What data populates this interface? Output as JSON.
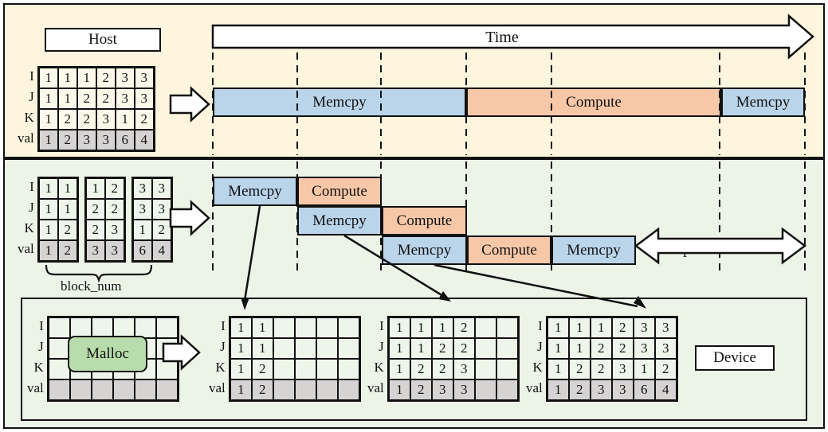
{
  "diagram": {
    "title_host": "Host",
    "title_device": "Device",
    "time_label": "Time",
    "improvement_label": "Improvement",
    "block_num_label": "block_num",
    "malloc_label": "Malloc",
    "labels": {
      "memcpy": "Memcpy",
      "compute": "Compute"
    },
    "colors": {
      "host_bg": "#fdf5dd",
      "device_bg": "#ecf4e8",
      "memcpy": "#bad4ea",
      "compute": "#f7c8a8",
      "malloc": "#b8dcab",
      "val_row": "#d6d3d3",
      "outline": "#111111"
    }
  },
  "host_table": {
    "row_labels": [
      "I",
      "J",
      "K",
      "val"
    ],
    "rows": [
      [
        "1",
        "1",
        "1",
        "2",
        "3",
        "3"
      ],
      [
        "1",
        "1",
        "2",
        "2",
        "3",
        "3"
      ],
      [
        "1",
        "2",
        "2",
        "3",
        "1",
        "2"
      ],
      [
        "1",
        "2",
        "3",
        "3",
        "6",
        "4"
      ]
    ]
  },
  "blocked_table": {
    "row_labels": [
      "I",
      "J",
      "K",
      "val"
    ],
    "blocks": [
      {
        "rows": [
          [
            "1",
            "1"
          ],
          [
            "1",
            "1"
          ],
          [
            "1",
            "2"
          ],
          [
            "1",
            "2"
          ]
        ]
      },
      {
        "rows": [
          [
            "1",
            "2"
          ],
          [
            "2",
            "2"
          ],
          [
            "2",
            "3"
          ],
          [
            "3",
            "3"
          ]
        ]
      },
      {
        "rows": [
          [
            "3",
            "3"
          ],
          [
            "3",
            "3"
          ],
          [
            "1",
            "2"
          ],
          [
            "6",
            "4"
          ]
        ]
      }
    ]
  },
  "serial_timeline": {
    "segments": [
      {
        "label": "Memcpy",
        "kind": "memcpy"
      },
      {
        "label": "Compute",
        "kind": "compute"
      },
      {
        "label": "Memcpy",
        "kind": "memcpy"
      }
    ]
  },
  "pipelined_timeline": {
    "rows": [
      {
        "segments": [
          {
            "label": "Memcpy",
            "kind": "memcpy"
          },
          {
            "label": "Compute",
            "kind": "compute"
          }
        ]
      },
      {
        "segments": [
          {
            "label": "Memcpy",
            "kind": "memcpy"
          },
          {
            "label": "Compute",
            "kind": "compute"
          }
        ]
      },
      {
        "segments": [
          {
            "label": "Memcpy",
            "kind": "memcpy"
          },
          {
            "label": "Compute",
            "kind": "compute"
          },
          {
            "label": "Memcpy",
            "kind": "memcpy"
          }
        ]
      }
    ]
  },
  "device_tables": [
    {
      "name": "malloc-table",
      "row_labels": [
        "I",
        "J",
        "K",
        "val"
      ],
      "rows": [
        [
          "",
          "",
          "",
          "",
          "",
          ""
        ],
        [
          "",
          "",
          "",
          "",
          "",
          ""
        ],
        [
          "",
          "",
          "",
          "",
          "",
          ""
        ],
        [
          "",
          "",
          "",
          "",
          "",
          ""
        ]
      ]
    },
    {
      "name": "device-table-1",
      "row_labels": [
        "I",
        "J",
        "K",
        "val"
      ],
      "rows": [
        [
          "1",
          "1",
          "",
          "",
          "",
          ""
        ],
        [
          "1",
          "1",
          "",
          "",
          "",
          ""
        ],
        [
          "1",
          "2",
          "",
          "",
          "",
          ""
        ],
        [
          "1",
          "2",
          "",
          "",
          "",
          ""
        ]
      ]
    },
    {
      "name": "device-table-2",
      "row_labels": [
        "I",
        "J",
        "K",
        "val"
      ],
      "rows": [
        [
          "1",
          "1",
          "1",
          "2",
          "",
          ""
        ],
        [
          "1",
          "1",
          "2",
          "2",
          "",
          ""
        ],
        [
          "1",
          "2",
          "2",
          "3",
          "",
          ""
        ],
        [
          "1",
          "2",
          "3",
          "3",
          "",
          ""
        ]
      ]
    },
    {
      "name": "device-table-3",
      "row_labels": [
        "I",
        "J",
        "K",
        "val"
      ],
      "rows": [
        [
          "1",
          "1",
          "1",
          "2",
          "3",
          "3"
        ],
        [
          "1",
          "1",
          "2",
          "2",
          "3",
          "3"
        ],
        [
          "1",
          "2",
          "2",
          "3",
          "1",
          "2"
        ],
        [
          "1",
          "2",
          "3",
          "3",
          "6",
          "4"
        ]
      ]
    }
  ]
}
